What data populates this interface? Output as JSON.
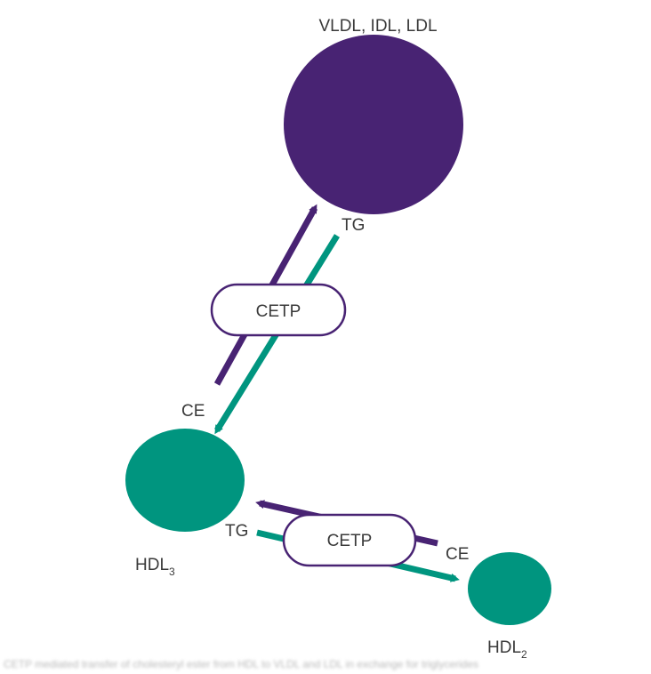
{
  "colors": {
    "purple": "#482373",
    "teal": "#00957F",
    "text": "#3a3a3a",
    "pill_border": "#482373"
  },
  "particles": {
    "vldl": {
      "label": "VLDL, IDL, LDL"
    },
    "hdl3": {
      "label_main": "HDL",
      "label_sub": "3"
    },
    "hdl2": {
      "label_main": "HDL",
      "label_sub": "2"
    }
  },
  "labels": {
    "tg_top": "TG",
    "ce_mid": "CE",
    "tg_hdl3": "TG",
    "ce_hdl2": "CE"
  },
  "cetp": {
    "upper": "CETP",
    "lower": "CETP"
  },
  "caption": "CETP mediated transfer of cholesteryl ester from HDL to VLDL and LDL in exchange for triglycerides"
}
